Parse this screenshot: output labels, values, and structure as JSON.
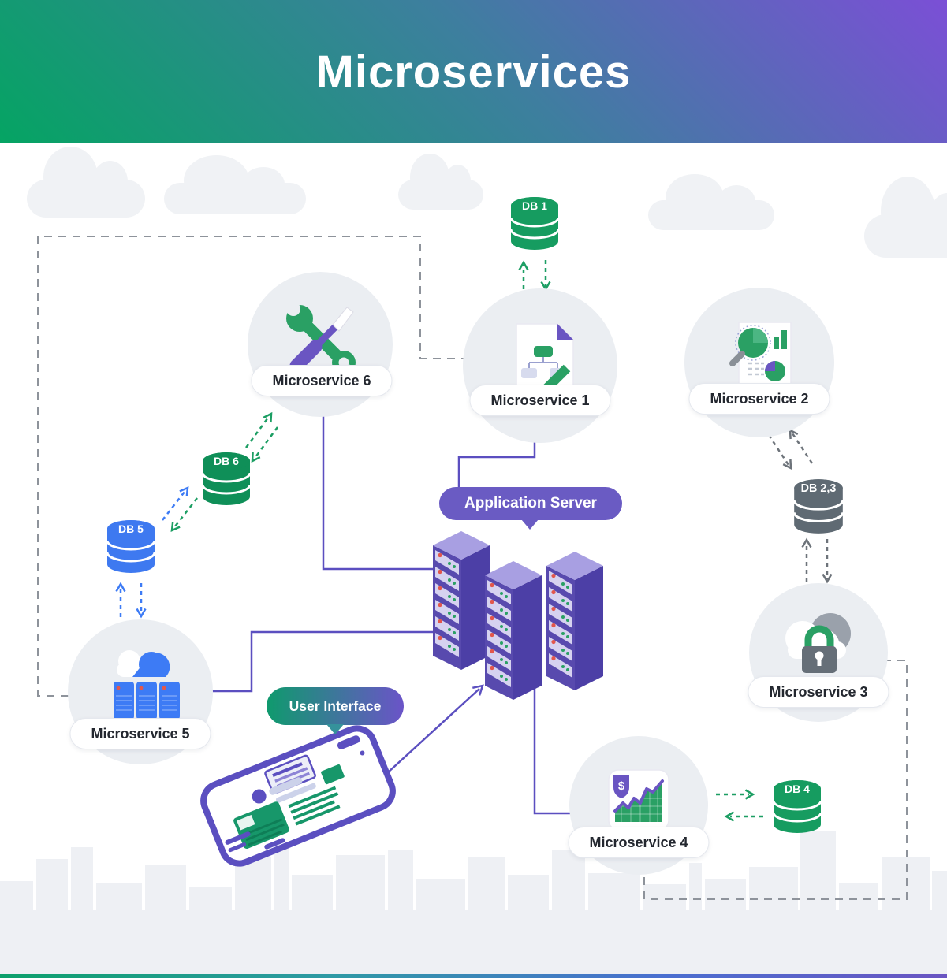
{
  "header": {
    "title": "Microservices"
  },
  "bubbles": {
    "app_server": "Application Server",
    "user_interface": "User Interface"
  },
  "microservices": {
    "ms1": "Microservice 1",
    "ms2": "Microservice 2",
    "ms3": "Microservice 3",
    "ms4": "Microservice 4",
    "ms5": "Microservice 5",
    "ms6": "Microservice 6"
  },
  "databases": {
    "db1": "DB 1",
    "db23": "DB 2,3",
    "db4": "DB 4",
    "db5": "DB 5",
    "db6": "DB 6"
  },
  "icons": {
    "ms1": "flowchart-document-icon",
    "ms2": "analytics-report-icon",
    "ms3": "secure-cloud-lock-icon",
    "ms4": "finance-chart-shield-icon",
    "ms5": "cloud-server-racks-icon",
    "ms6": "wrench-screwdriver-tools-icon",
    "app_server": "isometric-server-towers",
    "user_interface": "smartphone-illustration"
  },
  "colors": {
    "green": "#1c9e63",
    "blue": "#3d7bf5",
    "purple_line": "#5b4fc0",
    "gray_dash": "#8e939b",
    "gray_arrow": "#6d737a",
    "db_green": "#169c60",
    "db_blue": "#3e79f0",
    "db_gray": "#5f6a73",
    "header_from": "#05a463",
    "header_to": "#7b4fd6"
  }
}
